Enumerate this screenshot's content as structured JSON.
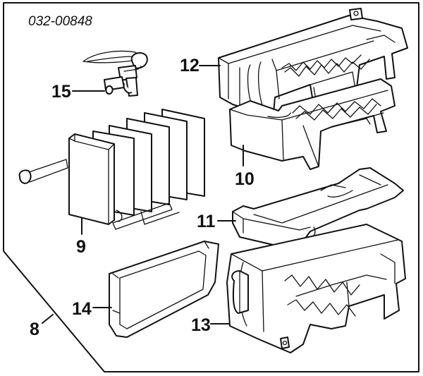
{
  "diagram": {
    "code": "032-00848",
    "callouts": [
      {
        "id": "12",
        "label": "12"
      },
      {
        "id": "15",
        "label": "15"
      },
      {
        "id": "9",
        "label": "9"
      },
      {
        "id": "10",
        "label": "10"
      },
      {
        "id": "11",
        "label": "11"
      },
      {
        "id": "14",
        "label": "14"
      },
      {
        "id": "13",
        "label": "13"
      },
      {
        "id": "8",
        "label": "8"
      }
    ]
  }
}
